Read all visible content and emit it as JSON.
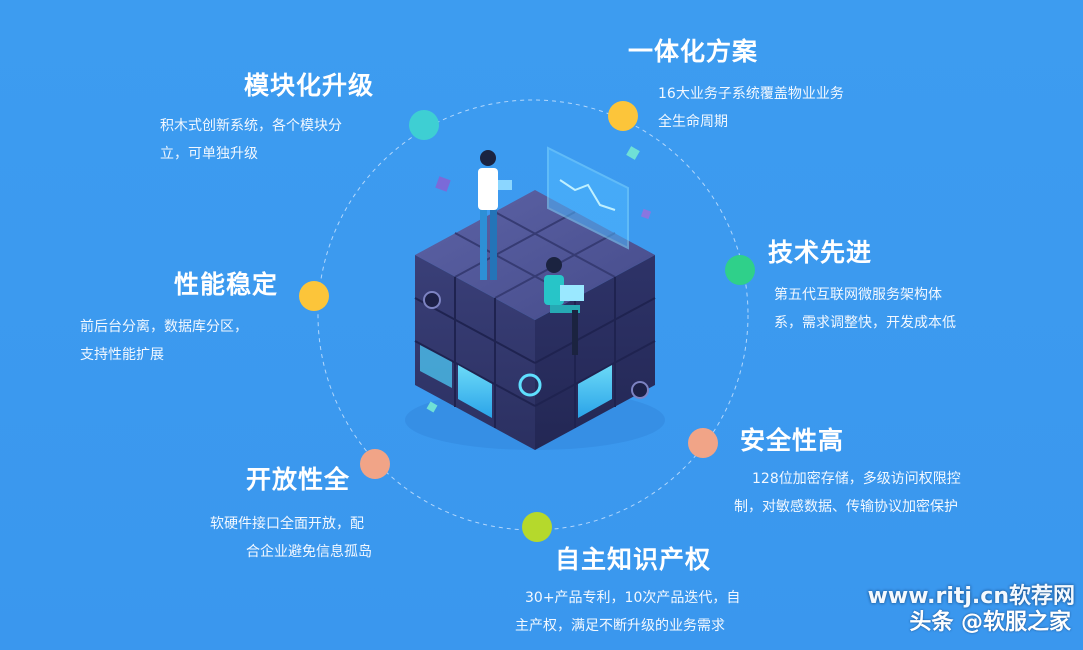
{
  "features": {
    "modular": {
      "title": "模块化升级",
      "desc_line1": "积木式创新系统，各个模块分",
      "desc_line2": "立，可单独升级",
      "color": "#3ecfd3"
    },
    "integrated": {
      "title": "一体化方案",
      "desc_line1": "16大业务子系统覆盖物业业务",
      "desc_line2": "全生命周期",
      "color": "#fcc53a"
    },
    "tech": {
      "title": "技术先进",
      "desc_line1": "第五代互联网微服务架构体",
      "desc_line2": "系，需求调整快，开发成本低",
      "color": "#2fd08a"
    },
    "stable": {
      "title": "性能稳定",
      "desc_line1": "前后台分离，数据库分区，",
      "desc_line2": "支持性能扩展",
      "color": "#fcc53a"
    },
    "security": {
      "title": "安全性高",
      "desc_line1": "128位加密存储，多级访问权限控",
      "desc_line2": "制，对敏感数据、传输协议加密保护",
      "color": "#f1a487"
    },
    "open": {
      "title": "开放性全",
      "desc_line1": "软硬件接口全面开放，配",
      "desc_line2": "合企业避免信息孤岛",
      "color": "#f1a487"
    },
    "ip": {
      "title": "自主知识产权",
      "desc_line1": "30+产品专利，10次产品迭代，自",
      "desc_line2": "主产权，满足不断升级的业务需求",
      "color": "#b5d92c"
    }
  },
  "watermark": {
    "line1": "www.ritj.cn软荐网",
    "line2": "头条 @软服之家"
  }
}
